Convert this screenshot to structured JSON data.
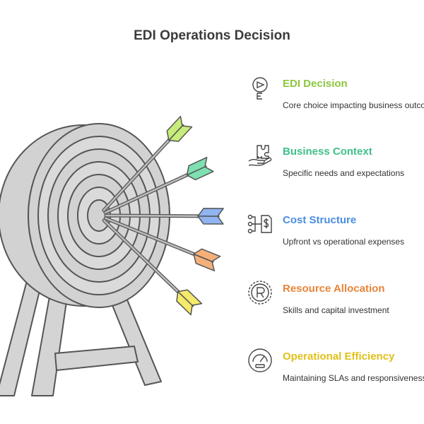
{
  "title": "EDI Operations Decision",
  "items": [
    {
      "heading": "EDI Decision",
      "description": "Core choice impacting business outcomes",
      "color": "#8cc63e",
      "icon": "compass-icon"
    },
    {
      "heading": "Business Context",
      "description": "Specific needs and expectations",
      "color": "#3fbf8a",
      "icon": "puzzle-hand-icon"
    },
    {
      "heading": "Cost Structure",
      "description": "Upfront vs operational expenses",
      "color": "#4a8de0",
      "icon": "dollar-network-icon"
    },
    {
      "heading": "Resource Allocation",
      "description": "Skills and capital investment",
      "color": "#e8843a",
      "icon": "gear-r-icon"
    },
    {
      "heading": "Operational Efficiency",
      "description": "Maintaining SLAs and responsiveness",
      "color": "#e0c018",
      "icon": "gauge-icon"
    }
  ],
  "arrow_colors": [
    "#c6ec7a",
    "#7ee0b0",
    "#8fb4f0",
    "#f5b07a",
    "#f5ea6a"
  ]
}
